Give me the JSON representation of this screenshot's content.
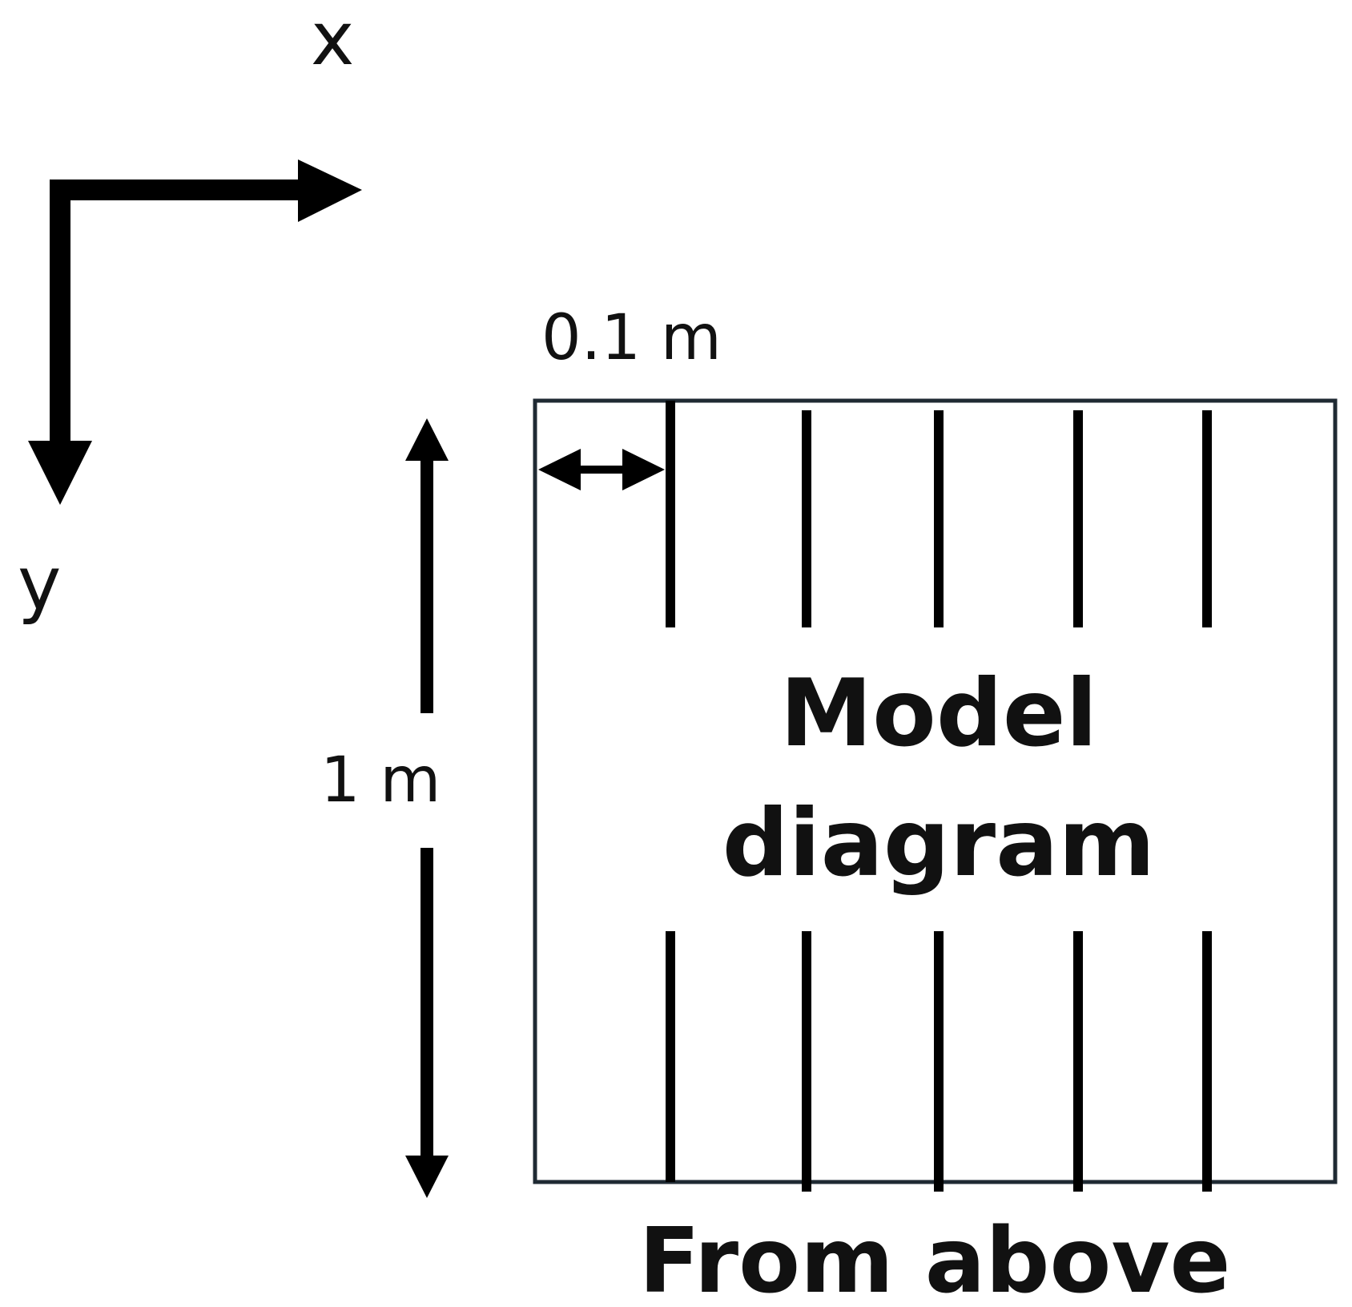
{
  "axes": {
    "x_label": "x",
    "y_label": "y"
  },
  "dimensions": {
    "spacing_label": "0.1 m",
    "length_label": "1 m"
  },
  "model": {
    "title_line1": "Model",
    "title_line2": "diagram",
    "caption": "From above"
  },
  "colors": {
    "stroke": "#000000",
    "frame": "#1f2a33",
    "text": "#111111"
  }
}
